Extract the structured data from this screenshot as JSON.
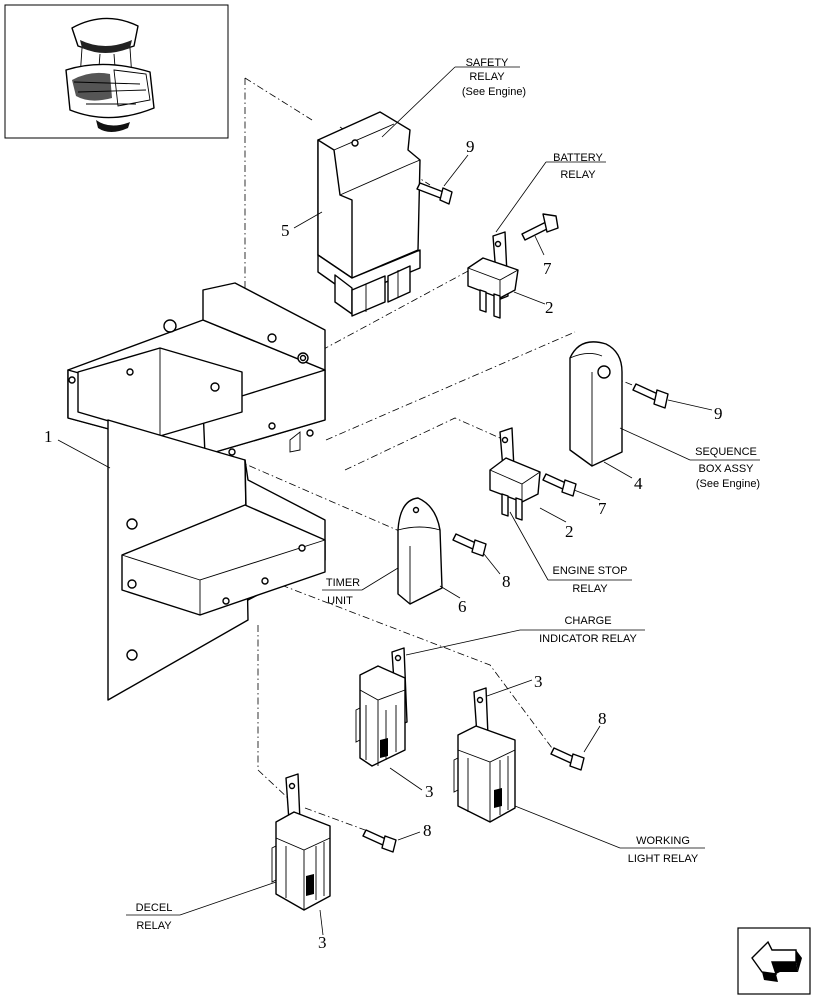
{
  "labels": {
    "safety_relay": [
      "SAFETY",
      "RELAY",
      "(See Engine)"
    ],
    "battery_relay": [
      "BATTERY",
      "RELAY"
    ],
    "sequence_box": [
      "SEQUENCE",
      "BOX ASSY",
      "(See Engine)"
    ],
    "engine_stop_relay": [
      "ENGINE STOP",
      "RELAY"
    ],
    "timer_unit": [
      "TIMER",
      "UNIT"
    ],
    "charge_indicator_relay": [
      "CHARGE",
      "INDICATOR RELAY"
    ],
    "working_light_relay": [
      "WORKING",
      "LIGHT RELAY"
    ],
    "decel_relay": [
      "DECEL",
      "RELAY"
    ]
  },
  "callouts": {
    "bracket": "1",
    "battery_relay": "2",
    "engine_stop_relay": "2",
    "charge_indicator_relay": "3",
    "working_light_relay": "3",
    "working_light_relay_tab": "3",
    "decel_relay": "3",
    "sequence_box": "4",
    "safety_relay": "5",
    "timer_unit": "6",
    "bolt_battery": "7",
    "bolt_engine_stop": "7",
    "bolt_timer": "8",
    "bolt_working": "8",
    "bolt_decel": "8",
    "bolt_safety": "9",
    "bolt_sequence": "9"
  },
  "icons": {
    "thumbnail": "machine-thumbnail-icon",
    "navigation": "navigation-arrow-icon"
  }
}
